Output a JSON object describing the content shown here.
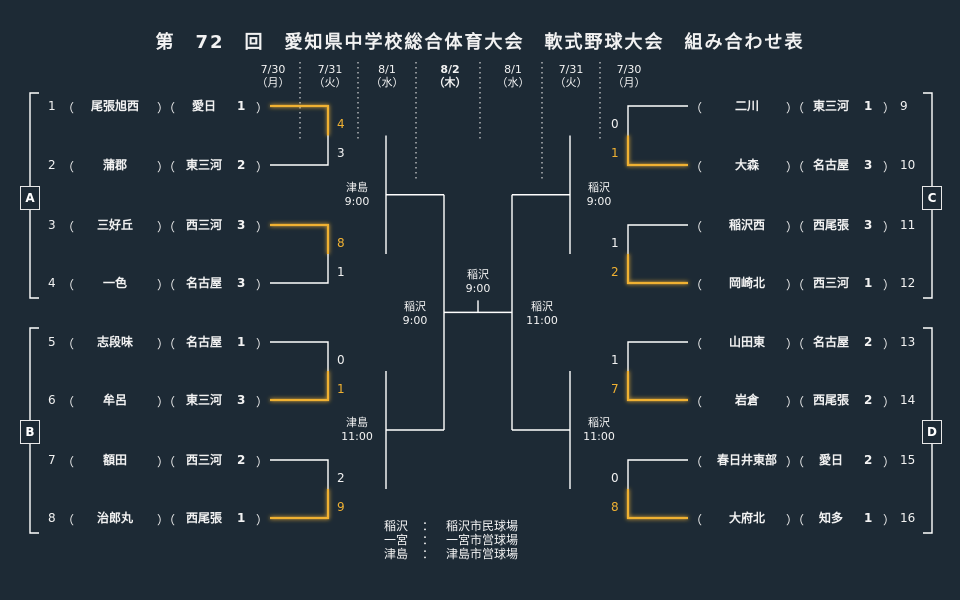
{
  "title": "第　72　回　愛知県中学校総合体育大会　軟式野球大会　組み合わせ表",
  "dates": [
    {
      "day": "7/30",
      "wd": "（月）"
    },
    {
      "day": "7/31",
      "wd": "（火）"
    },
    {
      "day": "8/1",
      "wd": "（水）"
    },
    {
      "day": "8/2",
      "wd": "（木）"
    },
    {
      "day": "8/1",
      "wd": "（水）"
    },
    {
      "day": "7/31",
      "wd": "（火）"
    },
    {
      "day": "7/30",
      "wd": "（月）"
    }
  ],
  "blocks": [
    "A",
    "B",
    "C",
    "D"
  ],
  "left_teams": [
    {
      "num": "1",
      "school": "尾張旭西",
      "region": "愛日",
      "region_no": "1"
    },
    {
      "num": "2",
      "school": "蒲郡",
      "region": "東三河",
      "region_no": "2"
    },
    {
      "num": "3",
      "school": "三好丘",
      "region": "西三河",
      "region_no": "3"
    },
    {
      "num": "4",
      "school": "一色",
      "region": "名古屋",
      "region_no": "3"
    },
    {
      "num": "5",
      "school": "志段味",
      "region": "名古屋",
      "region_no": "1"
    },
    {
      "num": "6",
      "school": "牟呂",
      "region": "東三河",
      "region_no": "3"
    },
    {
      "num": "7",
      "school": "額田",
      "region": "西三河",
      "region_no": "2"
    },
    {
      "num": "8",
      "school": "治郎丸",
      "region": "西尾張",
      "region_no": "1"
    }
  ],
  "right_teams": [
    {
      "num": "9",
      "school": "二川",
      "region": "東三河",
      "region_no": "1"
    },
    {
      "num": "10",
      "school": "大森",
      "region": "名古屋",
      "region_no": "3"
    },
    {
      "num": "11",
      "school": "稲沢西",
      "region": "西尾張",
      "region_no": "3"
    },
    {
      "num": "12",
      "school": "岡崎北",
      "region": "西三河",
      "region_no": "1"
    },
    {
      "num": "13",
      "school": "山田東",
      "region": "名古屋",
      "region_no": "2"
    },
    {
      "num": "14",
      "school": "岩倉",
      "region": "西尾張",
      "region_no": "2"
    },
    {
      "num": "15",
      "school": "春日井東部",
      "region": "愛日",
      "region_no": "2"
    },
    {
      "num": "16",
      "school": "大府北",
      "region": "知多",
      "region_no": "1"
    }
  ],
  "scores": {
    "l12": [
      "4",
      "3"
    ],
    "l34": [
      "8",
      "1"
    ],
    "l56": [
      "0",
      "1"
    ],
    "l78": [
      "2",
      "9"
    ],
    "r910": [
      "0",
      "1"
    ],
    "r1112": [
      "1",
      "2"
    ],
    "r1314": [
      "1",
      "7"
    ],
    "r1516": [
      "0",
      "8"
    ]
  },
  "venues": {
    "lq_top": "津島\n9:00",
    "lq_bot": "津島\n11:00",
    "rq_top": "稲沢\n9:00",
    "rq_bot": "稲沢\n11:00",
    "lsemi": "稲沢\n9:00",
    "rsemi": "稲沢\n11:00",
    "final": "稲沢\n9:00"
  },
  "legend": [
    {
      "abbr": "稲沢",
      "sep": "：",
      "full": "稲沢市民球場"
    },
    {
      "abbr": "一宮",
      "sep": "：",
      "full": "一宮市営球場"
    },
    {
      "abbr": "津島",
      "sep": "：",
      "full": "津島市営球場"
    }
  ],
  "colors": {
    "background": "#1d2a35",
    "line": "#ffffff",
    "winner": "#f0b132"
  }
}
